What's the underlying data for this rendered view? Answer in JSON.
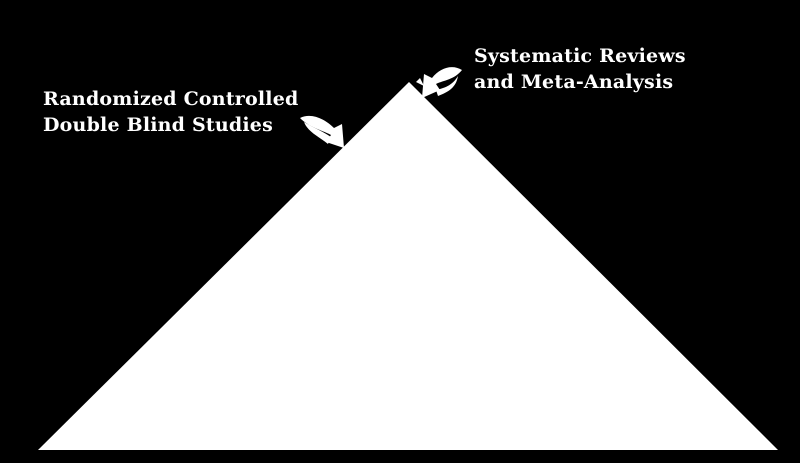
{
  "diagram": {
    "background_color": "#000000",
    "shape_color": "#ffffff",
    "labels": {
      "randomized_line1": "Randomized Controlled",
      "randomized_line2": "Double Blind Studies",
      "systematic_line1": "Systematic Reviews",
      "systematic_line2": "and Meta-Analysis"
    }
  }
}
